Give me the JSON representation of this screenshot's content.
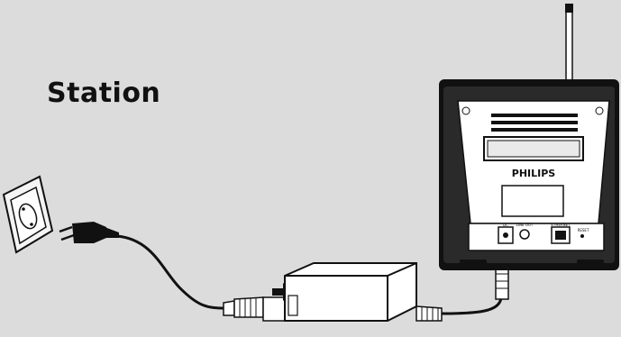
{
  "title": "Station",
  "device": {
    "brand": "PHILIPS",
    "port_dc": "DC",
    "port_line_out": "LINE OUT",
    "port_ethernet": "ETHERNET",
    "port_reset": "RESET"
  },
  "colors": {
    "background": "#dcdcdc",
    "outline": "#111111",
    "device_body": "#111111",
    "device_panel": "#ffffff",
    "adapter_body": "#ffffff"
  },
  "icons": {
    "wall_socket": "wall-socket-icon",
    "plug": "power-plug-icon",
    "adapter": "power-adapter-icon",
    "arrow": "arrow-right-icon",
    "antenna": "antenna-icon"
  }
}
